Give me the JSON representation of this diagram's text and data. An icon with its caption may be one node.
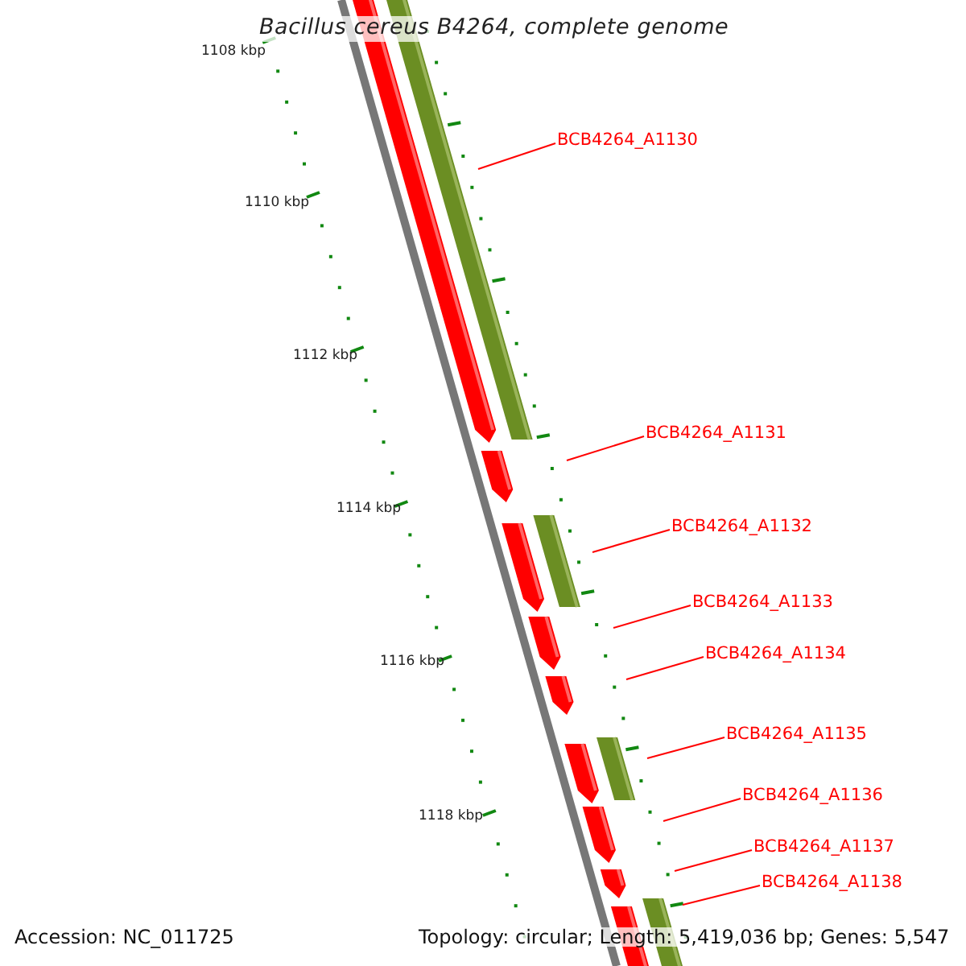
{
  "diagram": {
    "title": "Bacillus cereus B4264, complete genome",
    "nodes": [
      {
        "text": [
          "BCB4264_A1130"
        ]
      },
      {
        "text": [
          "BCB4264_A1131"
        ]
      },
      {
        "text": [
          "BCB4264_A1132"
        ]
      },
      {
        "text": [
          "BCB4264_A1133"
        ]
      },
      {
        "text": [
          "BCB4264_A1134"
        ]
      },
      {
        "text": [
          "BCB4264_A1135"
        ]
      },
      {
        "text": [
          "BCB4264_A1136"
        ]
      },
      {
        "text": [
          "BCB4264_A1137"
        ]
      },
      {
        "text": [
          "BCB4264_A1138"
        ]
      }
    ],
    "edges": [
      {
        "from": 0,
        "to": null,
        "arrow": "none"
      },
      {
        "from": 1,
        "to": null,
        "arrow": "none"
      },
      {
        "from": 2,
        "to": null,
        "arrow": "none"
      },
      {
        "from": 3,
        "to": null,
        "arrow": "none"
      },
      {
        "from": 4,
        "to": null,
        "arrow": "none"
      },
      {
        "from": 5,
        "to": null,
        "arrow": "none"
      },
      {
        "from": 6,
        "to": null,
        "arrow": "none"
      },
      {
        "from": 7,
        "to": null,
        "arrow": "none"
      },
      {
        "from": 8,
        "to": null,
        "arrow": "none"
      }
    ],
    "labels": [
      "1108 kbp",
      "1110 kbp",
      "1112 kbp",
      "1114 kbp",
      "1116 kbp",
      "1118 kbp",
      "Accession: NC_011725",
      "Topology: circular; Length: 5,419,036 bp; Genes: 5,547"
    ]
  }
}
